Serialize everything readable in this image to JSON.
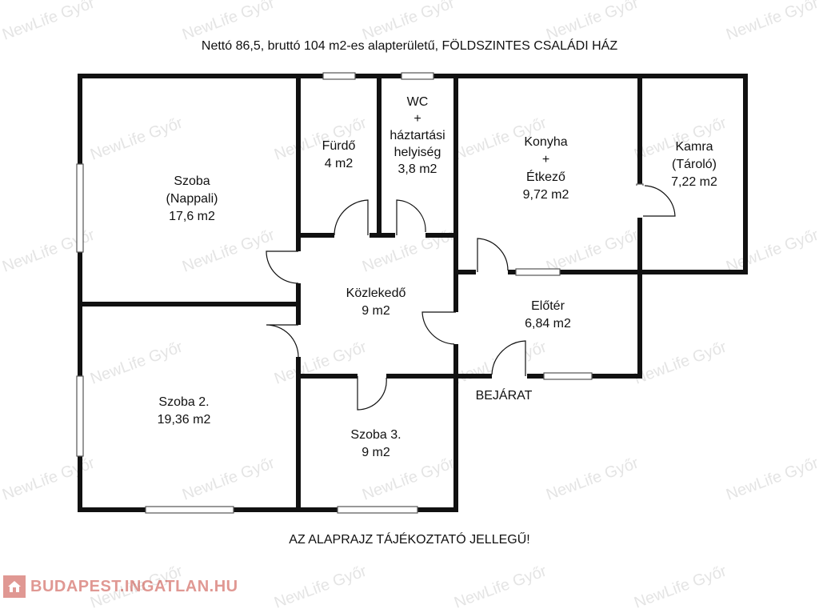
{
  "plan_title": "Nettó 86,5, bruttó 104 m2-es  alapterületű, FÖLDSZINTES CSALÁDI HÁZ",
  "disclaimer": "AZ ALAPRAJZ TÁJÉKOZTATÓ JELLEGŰ!",
  "entrance_label": "BEJÁRAT",
  "watermark_text": "NewLife Győr",
  "site_logo": {
    "text": "BUDAPEST.INGATLAN.HU",
    "color": "#c8453b"
  },
  "wall_color": "#111111",
  "rooms": [
    {
      "id": "szoba",
      "lines": [
        "Szoba",
        "(Nappali)",
        "17,6 m2"
      ]
    },
    {
      "id": "furdo",
      "lines": [
        "Fürdő",
        "4 m2"
      ]
    },
    {
      "id": "wc",
      "lines": [
        "WC",
        "+",
        "háztartási",
        "helyiség",
        "3,8 m2"
      ]
    },
    {
      "id": "konyha",
      "lines": [
        "Konyha",
        "+",
        "Étkező",
        "9,72 m2"
      ]
    },
    {
      "id": "kamra",
      "lines": [
        "Kamra",
        "(Tároló)",
        "7,22 m2"
      ]
    },
    {
      "id": "kozlekedo",
      "lines": [
        "Közlekedő",
        "9 m2"
      ]
    },
    {
      "id": "eloter",
      "lines": [
        "Előtér",
        "6,84 m2"
      ]
    },
    {
      "id": "szoba2",
      "lines": [
        "Szoba 2.",
        "19,36 m2"
      ]
    },
    {
      "id": "szoba3",
      "lines": [
        "Szoba 3.",
        "9 m2"
      ]
    }
  ]
}
